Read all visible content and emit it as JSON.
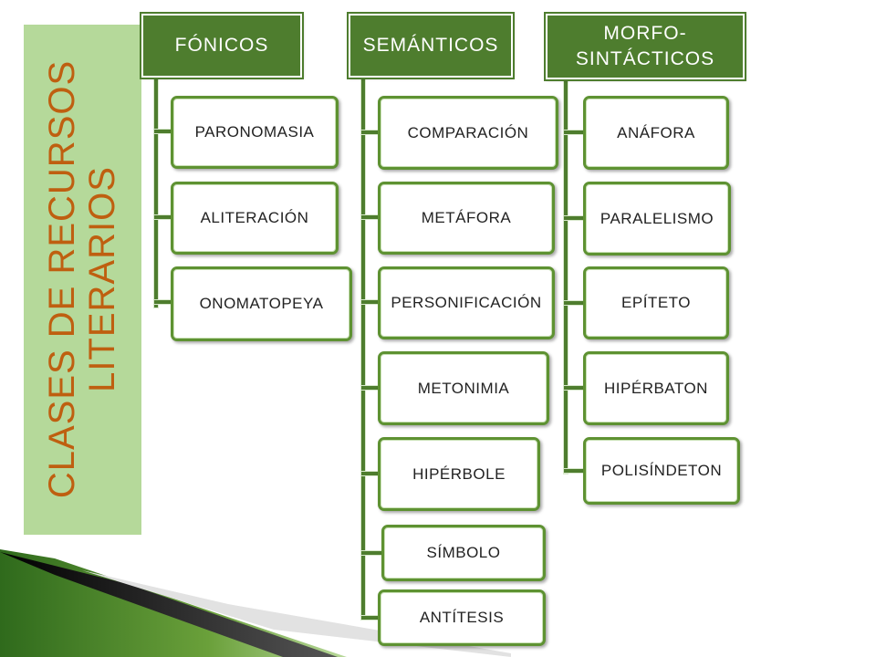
{
  "title": {
    "line1": "CLASES DE RECURSOS",
    "line2": "LITERARIOS"
  },
  "columns": [
    {
      "header": "FÓNICOS",
      "items": [
        "PARONOMASIA",
        "ALITERACIÓN",
        "ONOMATOPEYA"
      ]
    },
    {
      "header": "SEMÁNTICOS",
      "items": [
        "COMPARACIÓN",
        "METÁFORA",
        "PERSONIFICACIÓN",
        "METONIMIA",
        "HIPÉRBOLE",
        "SÍMBOLO",
        "ANTÍTESIS"
      ]
    },
    {
      "header_line1": "MORFO-",
      "header_line2": "SINTÁCTICOS",
      "items": [
        "ANÁFORA",
        "PARALELISMO",
        "EPÍTETO",
        "HIPÉRBATON",
        "POLISÍNDETON"
      ]
    }
  ],
  "colors": {
    "header_green": "#4e7d2e",
    "title_orange": "#bf5f10",
    "band_green": "#b5d99a"
  }
}
